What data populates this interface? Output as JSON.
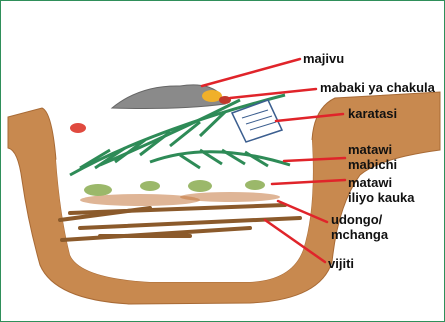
{
  "colors": {
    "soil": "#c8894f",
    "soil_dark": "#a86a35",
    "leader": "#e0242a",
    "frame": "#2f8f5a",
    "leaf": "#2e8b57",
    "ash": "#8a8a8a"
  },
  "labels": {
    "ash": "majivu",
    "food_scraps": "mabaki ya chakula",
    "paper": "karatasi",
    "green_branches_1": "matawi",
    "green_branches_2": "mabichi",
    "dry_branches_1": "matawi",
    "dry_branches_2": "iliyo kauka",
    "soil_1": "udongo/",
    "soil_2": "mchanga",
    "sticks": "vijiti"
  }
}
